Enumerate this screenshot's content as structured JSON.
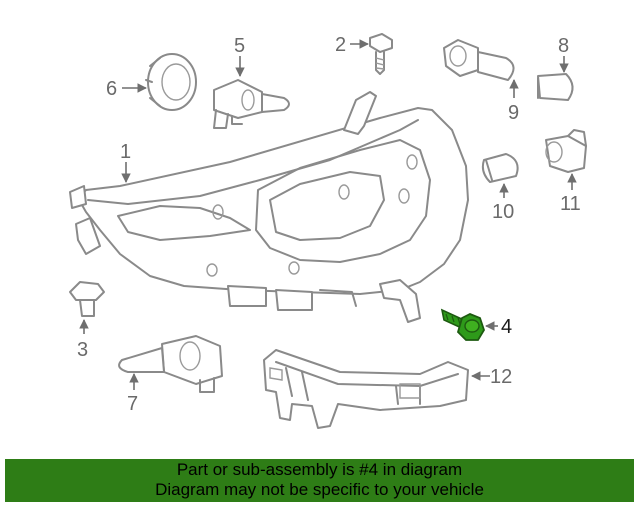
{
  "diagram": {
    "callouts": [
      {
        "id": "1",
        "label": "1",
        "part": "headlamp-assembly"
      },
      {
        "id": "2",
        "label": "2",
        "part": "bolt"
      },
      {
        "id": "3",
        "label": "3",
        "part": "clip"
      },
      {
        "id": "4",
        "label": "4",
        "part": "screw",
        "highlighted": true
      },
      {
        "id": "5",
        "label": "5",
        "part": "bulb"
      },
      {
        "id": "6",
        "label": "6",
        "part": "socket-cap"
      },
      {
        "id": "7",
        "label": "7",
        "part": "bulb"
      },
      {
        "id": "8",
        "label": "8",
        "part": "bulb"
      },
      {
        "id": "9",
        "label": "9",
        "part": "socket-bulb"
      },
      {
        "id": "10",
        "label": "10",
        "part": "bulb"
      },
      {
        "id": "11",
        "label": "11",
        "part": "socket"
      },
      {
        "id": "12",
        "label": "12",
        "part": "bracket"
      }
    ],
    "highlight_color": "#2e9a1a"
  },
  "banner": {
    "line1": "Part or sub-assembly is #4 in diagram",
    "line2": "Diagram may not be specific to your vehicle",
    "background": "#2e7d16"
  }
}
